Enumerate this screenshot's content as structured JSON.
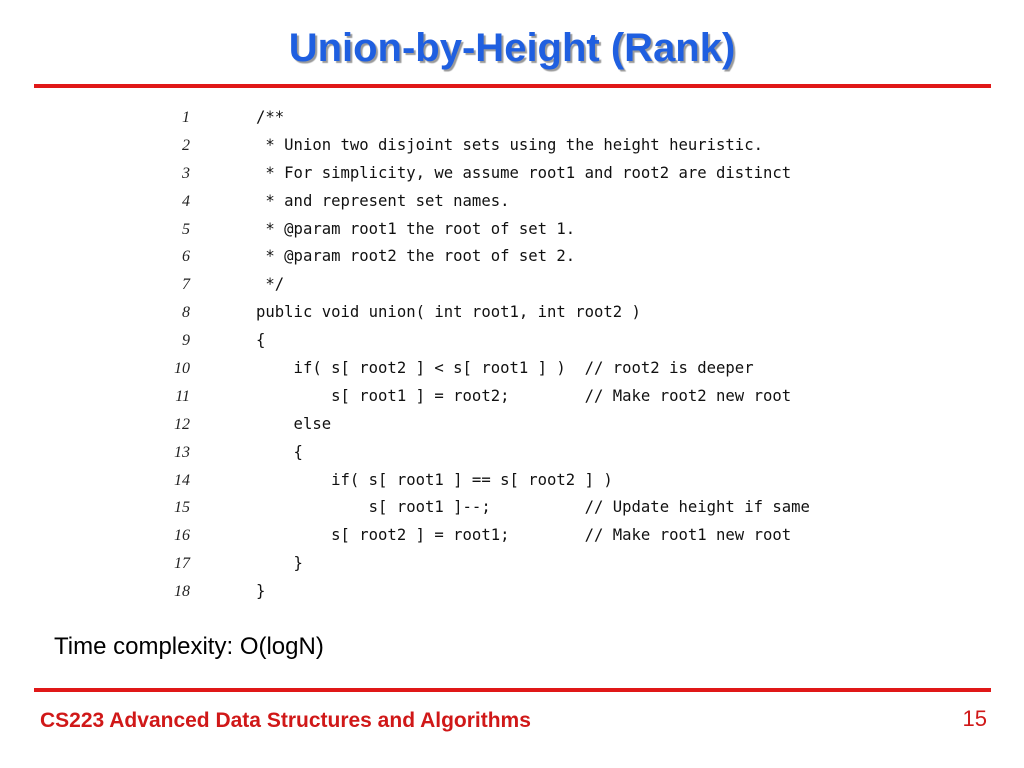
{
  "slide": {
    "title": "Union-by-Height (Rank)",
    "note": "Time complexity: O(logN)",
    "footer": "CS223 Advanced Data Structures and Algorithms",
    "page_number": "15"
  },
  "code": {
    "lines": [
      {
        "no": "1",
        "text": "/**"
      },
      {
        "no": "2",
        "text": " * Union two disjoint sets using the height heuristic."
      },
      {
        "no": "3",
        "text": " * For simplicity, we assume root1 and root2 are distinct"
      },
      {
        "no": "4",
        "text": " * and represent set names."
      },
      {
        "no": "5",
        "text": " * @param root1 the root of set 1."
      },
      {
        "no": "6",
        "text": " * @param root2 the root of set 2."
      },
      {
        "no": "7",
        "text": " */"
      },
      {
        "no": "8",
        "text": "public void union( int root1, int root2 )"
      },
      {
        "no": "9",
        "text": "{"
      },
      {
        "no": "10",
        "text": "    if( s[ root2 ] < s[ root1 ] )  // root2 is deeper"
      },
      {
        "no": "11",
        "text": "        s[ root1 ] = root2;        // Make root2 new root"
      },
      {
        "no": "12",
        "text": "    else"
      },
      {
        "no": "13",
        "text": "    {"
      },
      {
        "no": "14",
        "text": "        if( s[ root1 ] == s[ root2 ] )"
      },
      {
        "no": "15",
        "text": "            s[ root1 ]--;          // Update height if same"
      },
      {
        "no": "16",
        "text": "        s[ root2 ] = root1;        // Make root1 new root"
      },
      {
        "no": "17",
        "text": "    }"
      },
      {
        "no": "18",
        "text": "}"
      }
    ]
  }
}
